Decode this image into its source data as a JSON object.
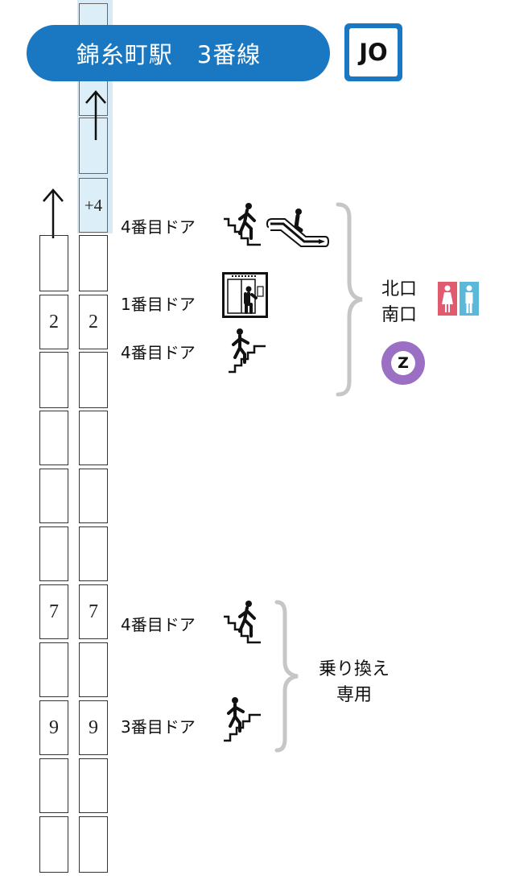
{
  "header": {
    "station_line": "錦糸町駅　3番線",
    "line_code": "JO"
  },
  "cars": {
    "left_column": [
      "",
      "2",
      "",
      "",
      "",
      "",
      "7",
      "",
      "9",
      "",
      ""
    ],
    "right_column": [
      "",
      "",
      "",
      "+4",
      "",
      "2",
      "",
      "",
      "",
      "",
      "7",
      "",
      "9",
      "",
      ""
    ]
  },
  "doors": [
    {
      "label": "4番目ドア",
      "icons": [
        "stairs-up-icon",
        "escalator-icon"
      ]
    },
    {
      "label": "1番目ドア",
      "icons": [
        "elevator-icon"
      ]
    },
    {
      "label": "4番目ドア",
      "icons": [
        "stairs-up-icon"
      ]
    },
    {
      "label": "4番目ドア",
      "icons": [
        "stairs-up-icon"
      ]
    },
    {
      "label": "3番目ドア",
      "icons": [
        "stairs-up-icon"
      ]
    }
  ],
  "exits": {
    "group1": [
      "北口",
      "南口"
    ],
    "group1_badge": "Z",
    "group2": [
      "乗り換え",
      "専用"
    ]
  },
  "colors": {
    "line_blue": "#1a78c2",
    "highlight": "#d7eaf6",
    "toilet_female": "#e05b6e",
    "toilet_male": "#5bb8d8",
    "z_badge": "#9a6fc4",
    "brace_gray": "#c6c6c6"
  }
}
